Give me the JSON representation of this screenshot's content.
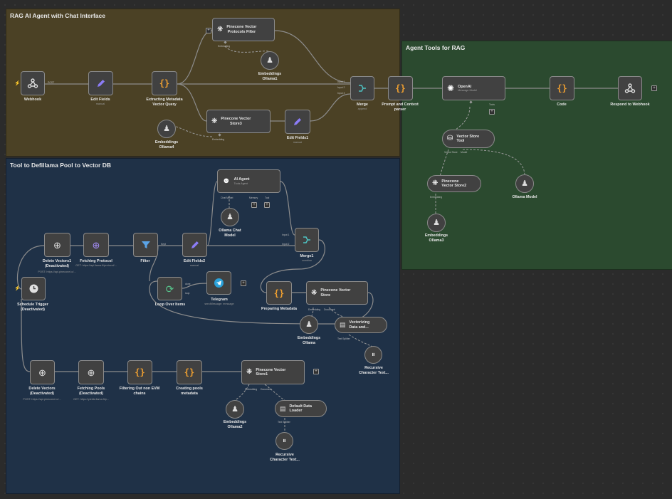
{
  "groups": {
    "rag": {
      "title": "RAG AI Agent with Chat Interface",
      "color": "#4b4125"
    },
    "tools": {
      "title": "Agent Tools for RAG",
      "color": "#2b4a2f"
    },
    "defillama": {
      "title": "Tool to Defillama Pool to Vector DB",
      "color": "#1f3147"
    }
  },
  "nodes": {
    "webhook": {
      "label": "Webhook",
      "icon": "webhook-icon",
      "port_out": "POST"
    },
    "edit_fields": {
      "label": "Edit Fields",
      "sub": "manual"
    },
    "extract_meta": {
      "label": "Extracting Metadata\nVector Query"
    },
    "pine_proto": {
      "label": "Pinecone Vector\nProtocols Filter",
      "port": "Embedding"
    },
    "emb_ollama1": {
      "label": "Embeddings\nOllama1"
    },
    "pine_store3": {
      "label": "Pinecone Vector\nStore3",
      "port": "Embedding"
    },
    "emb_ollama4": {
      "label": "Embeddings\nOllama4"
    },
    "edit_fields1": {
      "label": "Edit Fields1",
      "sub": "manual"
    },
    "merge": {
      "label": "Merge",
      "sub": "append",
      "inputs": [
        "Input 1",
        "Input 2",
        "Input 3"
      ]
    },
    "prompt_parser": {
      "label": "Prompt and Context\nparser"
    },
    "openai": {
      "label": "OpenAI",
      "sub": "Message Model",
      "port": "Tools"
    },
    "code": {
      "label": "Code"
    },
    "respond": {
      "label": "Respond to Webhook"
    },
    "vs_tool": {
      "label": "Vector Store\nTool",
      "ports": [
        "Vector Store",
        "Model"
      ]
    },
    "pine_store2": {
      "label": "Pinecone\nVector Store2",
      "port": "Embedding"
    },
    "ollama_model": {
      "label": "Ollama Model"
    },
    "emb_ollama3": {
      "label": "Embeddings\nOllama3"
    },
    "ai_agent": {
      "label": "AI Agent",
      "sub": "Tools Agent",
      "ports": [
        "Chat Model",
        "Memory",
        "Tool"
      ]
    },
    "ollama_chat": {
      "label": "Ollama Chat\nModel"
    },
    "delete_vectors1": {
      "label": "Delete Vectors1\n(Deactivated)",
      "sub": "POST: https://api.pinecone.io/..."
    },
    "fetching_protocol": {
      "label": "Fetching Protocol",
      "sub": "GET: https://api.llama.fi/protocol/..."
    },
    "filter": {
      "label": "Filter",
      "port": "Kept"
    },
    "edit_fields2": {
      "label": "Edit Fields2",
      "sub": "manual"
    },
    "merge1": {
      "label": "Merge1",
      "sub": "combine",
      "inputs": [
        "Input 1",
        "Input 2"
      ]
    },
    "schedule": {
      "label": "Schedule Trigger\n(Deactivated)"
    },
    "loop": {
      "label": "Loop Over Items",
      "ports": [
        "done",
        "loop"
      ]
    },
    "telegram": {
      "label": "Telegram",
      "sub": "sendMessage: message"
    },
    "preparing_meta": {
      "label": "Preparing Metadata"
    },
    "pine_store": {
      "label": "Pinecone Vector\nStore",
      "ports": [
        "Embedding",
        "Document"
      ]
    },
    "vectorizing": {
      "label": "Vectorizing\nData and...",
      "port": "Text Splitter"
    },
    "emb_ollama": {
      "label": "Embeddings\nOllama"
    },
    "recursive1": {
      "label": "Recursive\nCharacter Text..."
    },
    "delete_vectors": {
      "label": "Delete Vectors\n(Deactivated)",
      "sub": "POST: https://api.pinecone.io/..."
    },
    "fetching_pools": {
      "label": "Fetching Pools\n(Deactivated)",
      "sub": "GET: https://yields.llama.fi/p..."
    },
    "filtering_evm": {
      "label": "Filtering Out non EVM\nchains"
    },
    "creating_meta": {
      "label": "Creating pools\nmetadata"
    },
    "pine_store1": {
      "label": "Pinecone Vector\nStore1",
      "ports": [
        "Embedding",
        "Document"
      ]
    },
    "emb_ollama2": {
      "label": "Embeddings\nOllama2"
    },
    "default_loader": {
      "label": "Default Data\nLoader",
      "port": "Text Splitter"
    },
    "recursive2": {
      "label": "Recursive\nCharacter Text..."
    }
  }
}
